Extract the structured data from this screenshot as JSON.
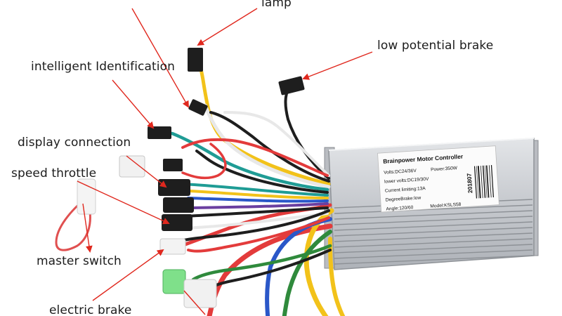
{
  "callouts": {
    "lamp": "lamp",
    "low_potential_brake": "low potential brake",
    "intelligent_identification": "intelligent Identification",
    "display_connection": "display connection",
    "speed_throttle": "speed throttle",
    "master_switch": "master switch",
    "electric_brake": "electric brake"
  },
  "controller_label": {
    "title": "Brainpower Motor Controller",
    "line1_a": "Volts:DC24/36V",
    "line1_b": "Power:350W",
    "line2": "lower volts:DC19/30V",
    "line3": "Current limiting:13A",
    "line4": "DegreeBrake:low",
    "line5_a": "Angle:120/60",
    "line5_b": "Model:KSLS58",
    "date_code": "201807"
  },
  "colors": {
    "arrow": "#e0281e",
    "wire_red": "#e33b3b",
    "wire_yellow": "#f2c21a",
    "wire_teal": "#1f9c95",
    "wire_blue": "#2a57c8",
    "wire_purple": "#6a3fa0",
    "wire_green": "#2f8a3c",
    "wire_black": "#1e1e1e",
    "wire_white": "#e8e8e8",
    "housing": "#c9ccd1"
  }
}
